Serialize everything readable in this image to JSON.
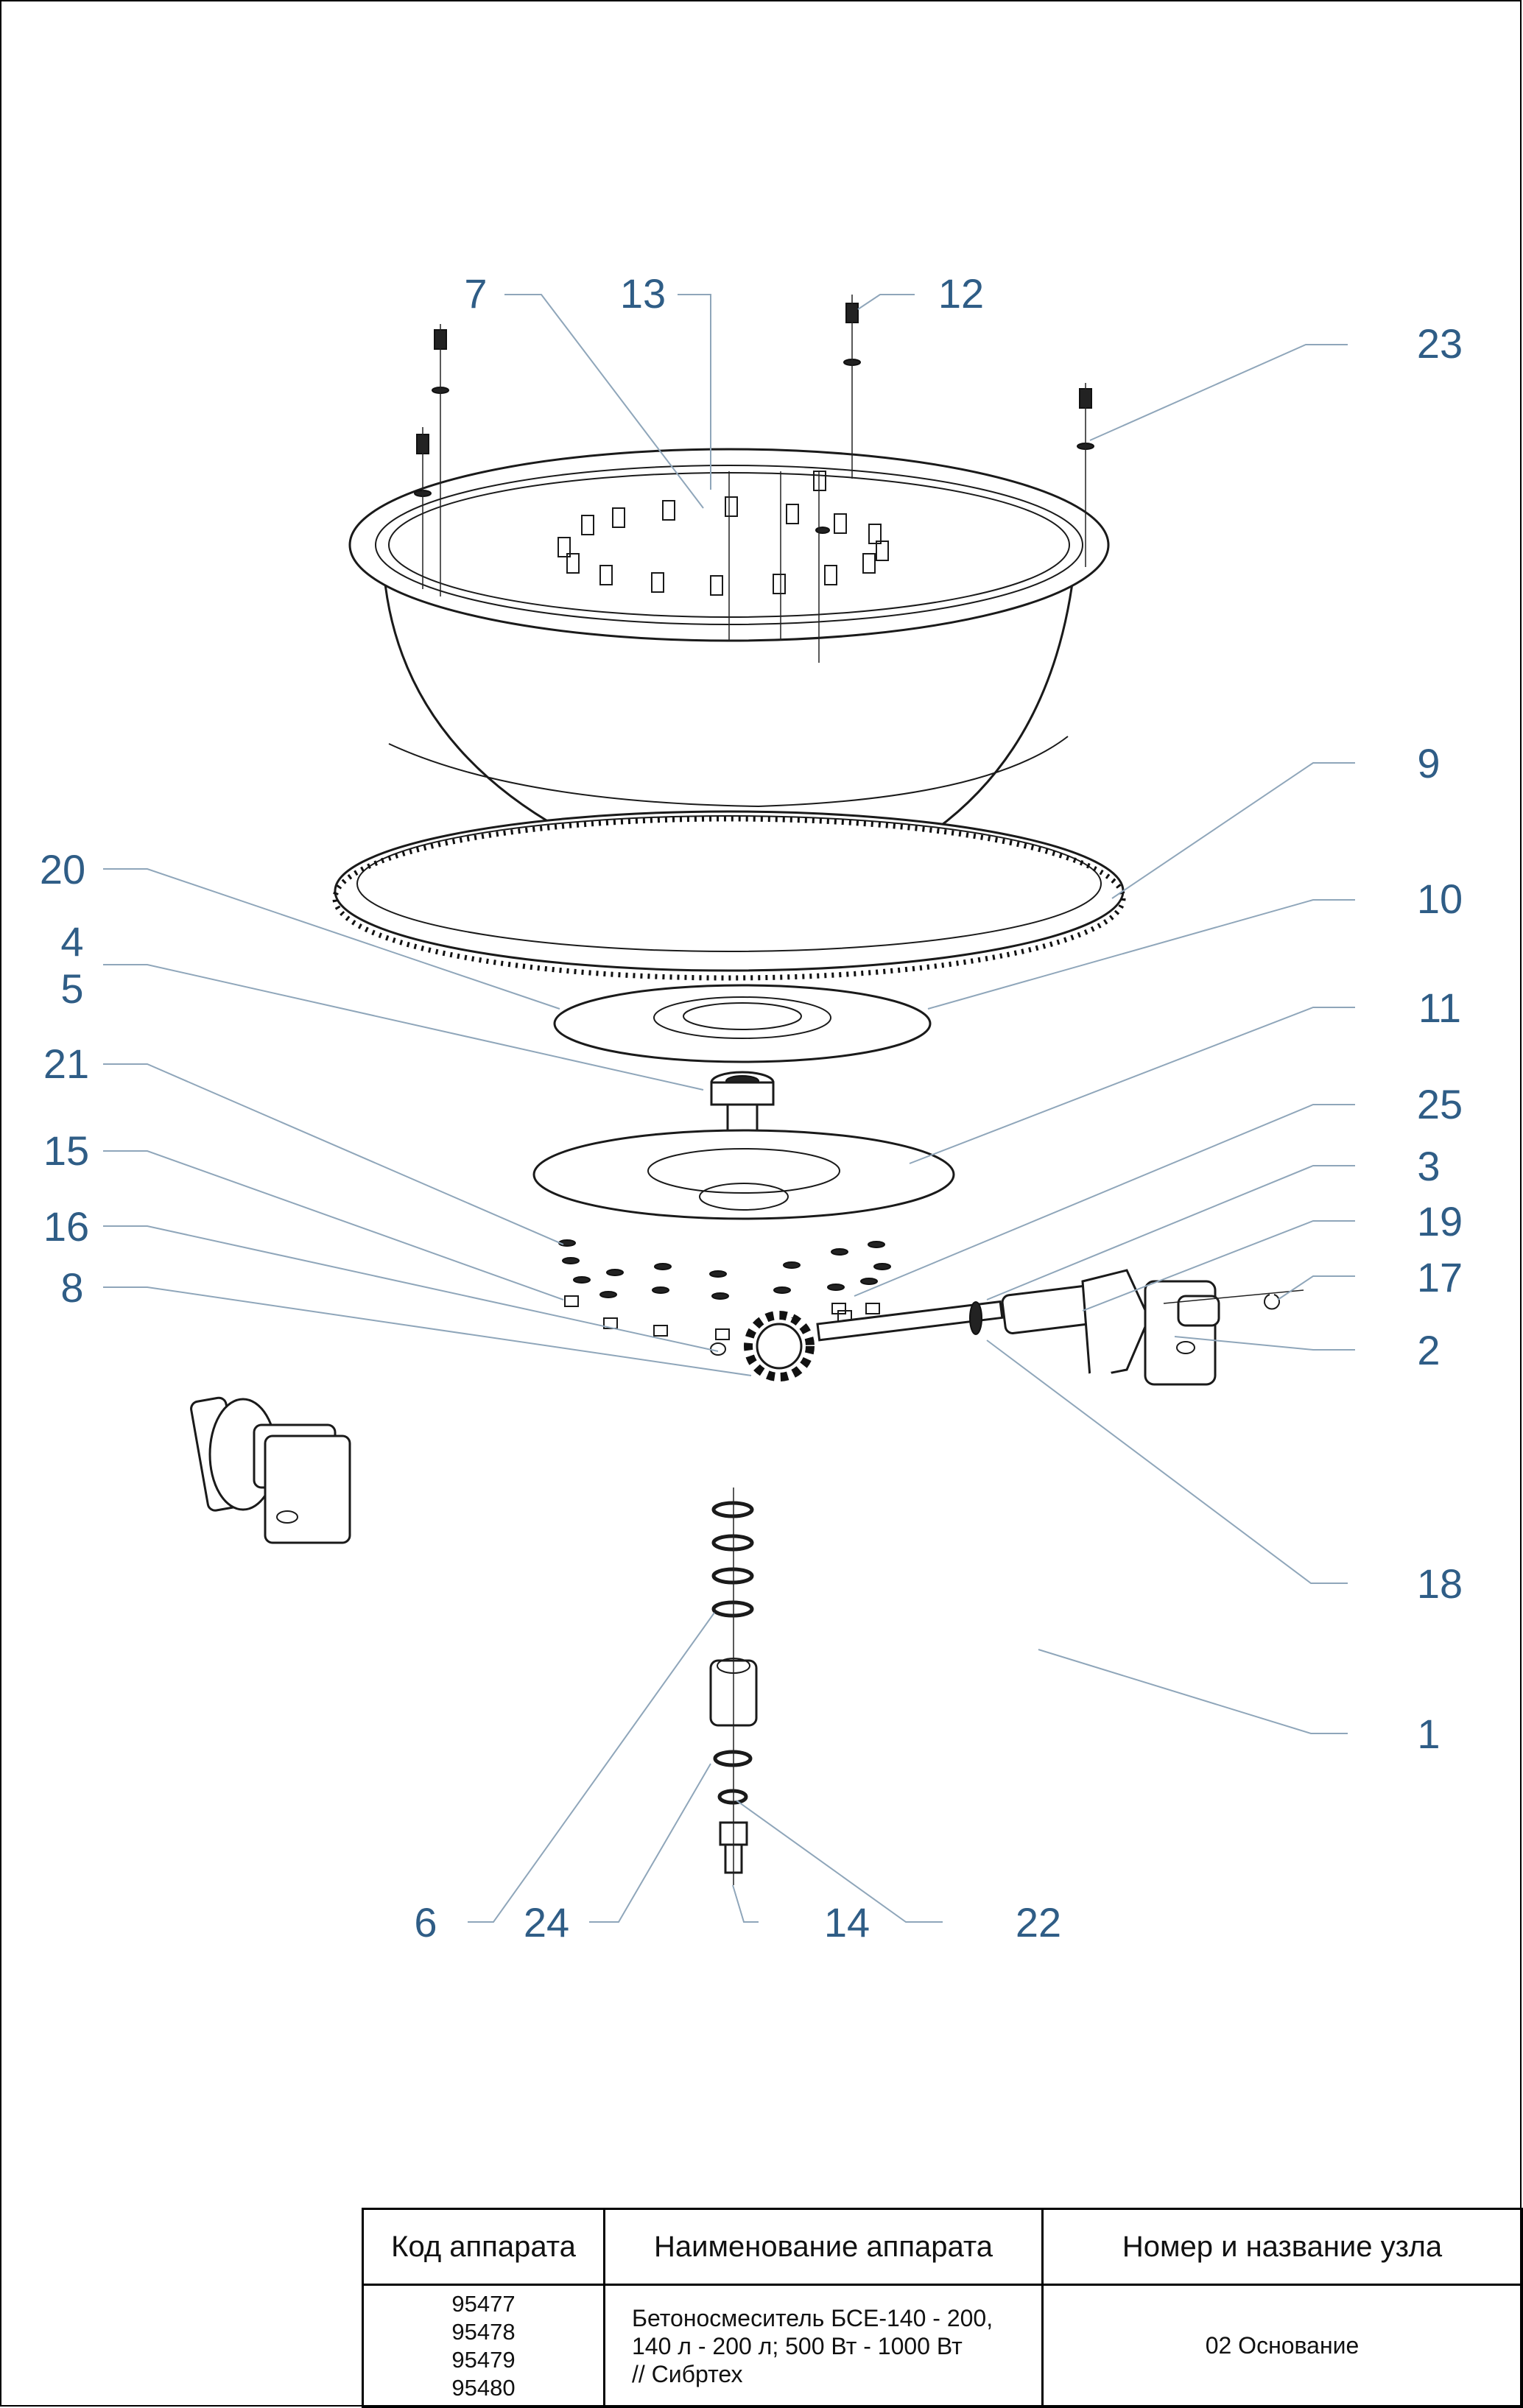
{
  "callouts": {
    "c1": "1",
    "c2": "2",
    "c3": "3",
    "c4": "4",
    "c5": "5",
    "c6": "6",
    "c7": "7",
    "c8": "8",
    "c9": "9",
    "c10": "10",
    "c11": "11",
    "c12": "12",
    "c13": "13",
    "c14": "14",
    "c15": "15",
    "c16": "16",
    "c17": "17",
    "c18": "18",
    "c19": "19",
    "c20": "20",
    "c21": "21",
    "c22": "22",
    "c23": "23",
    "c24": "24",
    "c25": "25"
  },
  "title_block": {
    "header_code": "Код аппарата",
    "header_name": "Наименование аппарата",
    "header_unit": "Номер и название узла",
    "codes": [
      "95477",
      "95478",
      "95479",
      "95480"
    ],
    "name_lines": [
      "Бетоносмеситель БСЕ-140 - 200,",
      "140 л - 200 л; 500 Вт - 1000 Вт",
      "// Сибртех"
    ],
    "unit": "02 Основание"
  },
  "colors": {
    "callout": "#2f5d86",
    "leader": "#8fa6ba",
    "line": "#1a1a1a"
  }
}
